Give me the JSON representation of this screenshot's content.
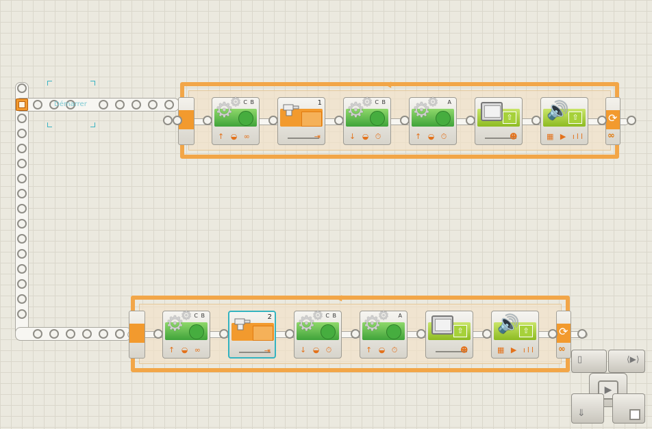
{
  "program": {
    "comment_label": "Démarrer",
    "colors": {
      "loop_orange": "#f2a648",
      "motor_green": "#3fa33a",
      "display_lime": "#8dbb22",
      "selection_cyan": "#33b3c0"
    },
    "loops": [
      {
        "end_symbol": "∞",
        "blocks": [
          {
            "type": "motor",
            "ports": "C B",
            "icons": "↑ ◒ ∞",
            "icon": "gear-icon"
          },
          {
            "type": "wait",
            "number": "1",
            "icon": "hand-icon"
          },
          {
            "type": "motor",
            "ports": "C B",
            "icons": "↓ ◒ ⏱",
            "icon": "gear-icon"
          },
          {
            "type": "motor",
            "ports": "A",
            "icons": "↑ ◒ ⏱",
            "icon": "gear-icon"
          },
          {
            "type": "display",
            "icons": "☻",
            "icon": "display-icon"
          },
          {
            "type": "sound",
            "icons": "▦ ▶ ıll",
            "icon": "speaker-icon"
          }
        ]
      },
      {
        "end_symbol": "∞",
        "blocks": [
          {
            "type": "motor",
            "ports": "C B",
            "icons": "↑ ◒ ∞",
            "icon": "gear-icon"
          },
          {
            "type": "wait",
            "number": "2",
            "icon": "hand-icon",
            "selected": true
          },
          {
            "type": "motor",
            "ports": "C B",
            "icons": "↓ ◒ ⏱",
            "icon": "gear-icon"
          },
          {
            "type": "motor",
            "ports": "A",
            "icons": "↑ ◒ ⏱",
            "icon": "gear-icon"
          },
          {
            "type": "display",
            "icons": "☻",
            "icon": "display-icon"
          },
          {
            "type": "sound",
            "icons": "▦ ▶ ıll",
            "icon": "speaker-icon"
          }
        ]
      }
    ]
  },
  "controller": {
    "icons": [
      "nxt-brick-icon",
      "download-run-icon",
      "run-icon",
      "download-icon",
      "stop-icon"
    ]
  }
}
